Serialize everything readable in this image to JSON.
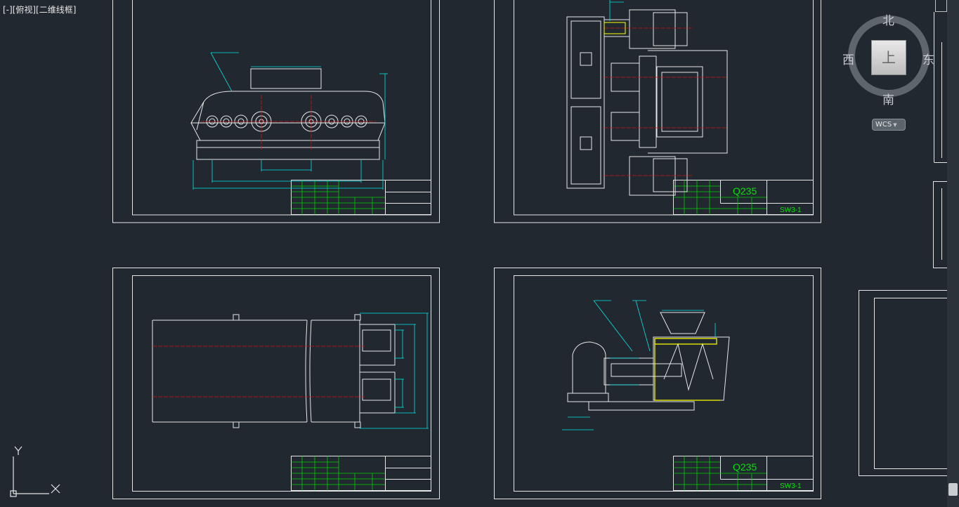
{
  "viewport": {
    "label": "[-][俯视][二维线框]"
  },
  "viewcube": {
    "north": "北",
    "south": "南",
    "east": "东",
    "west": "西",
    "face": "上",
    "coord_system": "WCS"
  },
  "ucs": {
    "y_label": "Y"
  },
  "drawings": {
    "material_1": "Q235",
    "number_1": "SW3-1",
    "material_2": "Q235",
    "number_2": "SW3-1"
  },
  "colors": {
    "background": "#212830",
    "frame_line": "#e6e6e6",
    "dimension": "#00e5e5",
    "title_block": "#00e600",
    "center_line": "#e01010",
    "highlight": "#ffff00"
  }
}
